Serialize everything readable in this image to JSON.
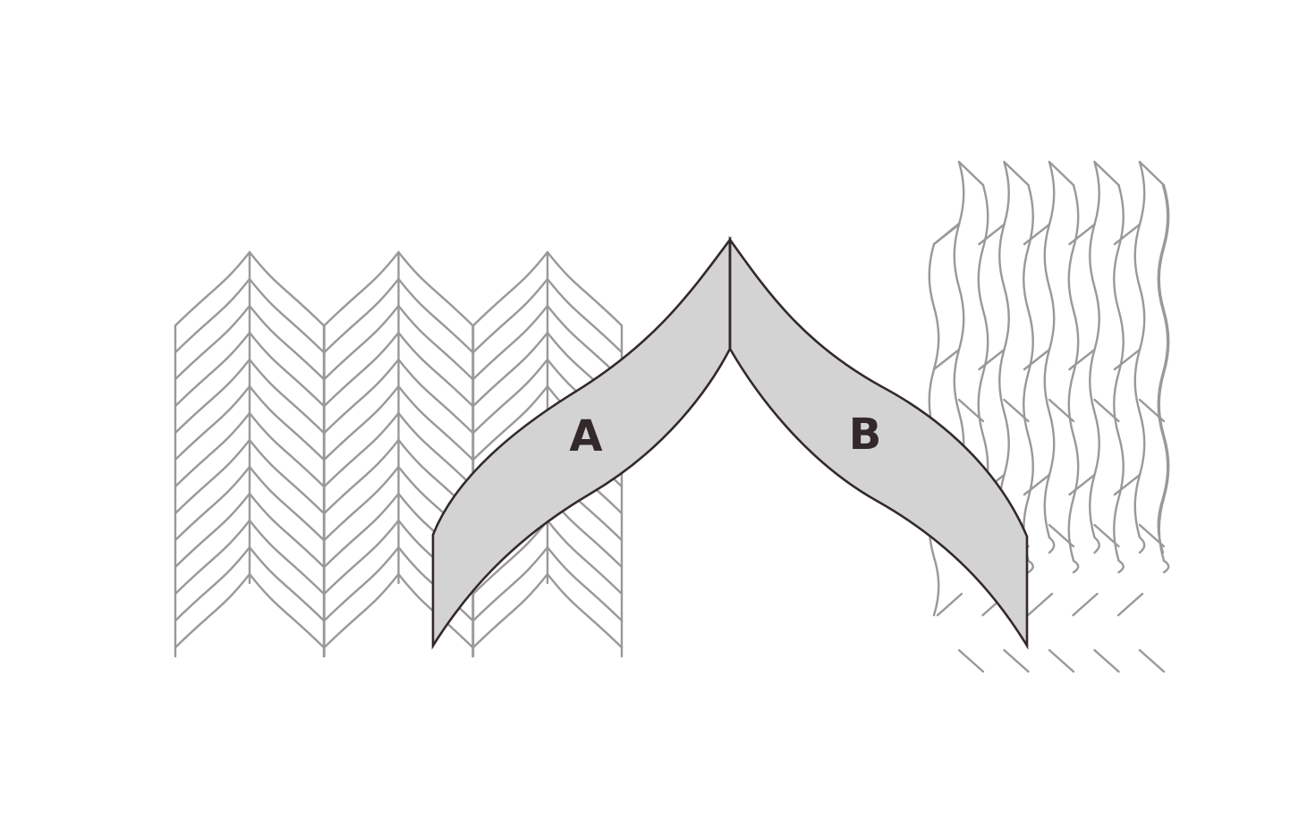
{
  "diagram": {
    "background": "#ffffff",
    "colors": {
      "pattern_stroke": "#999999",
      "band_fill": "#d3d3d3",
      "band_stroke": "#33292a",
      "label_color": "#33292a"
    },
    "left_pattern": {
      "name": "herringbone-pattern",
      "columns": 3,
      "description": "chevron / herringbone leaf pattern"
    },
    "right_pattern": {
      "name": "wavy-brick-pattern",
      "columns": 5,
      "description": "staggered wavy vertical tile pattern"
    },
    "bands": [
      {
        "id": "A",
        "label": "A"
      },
      {
        "id": "B",
        "label": "B"
      }
    ]
  }
}
